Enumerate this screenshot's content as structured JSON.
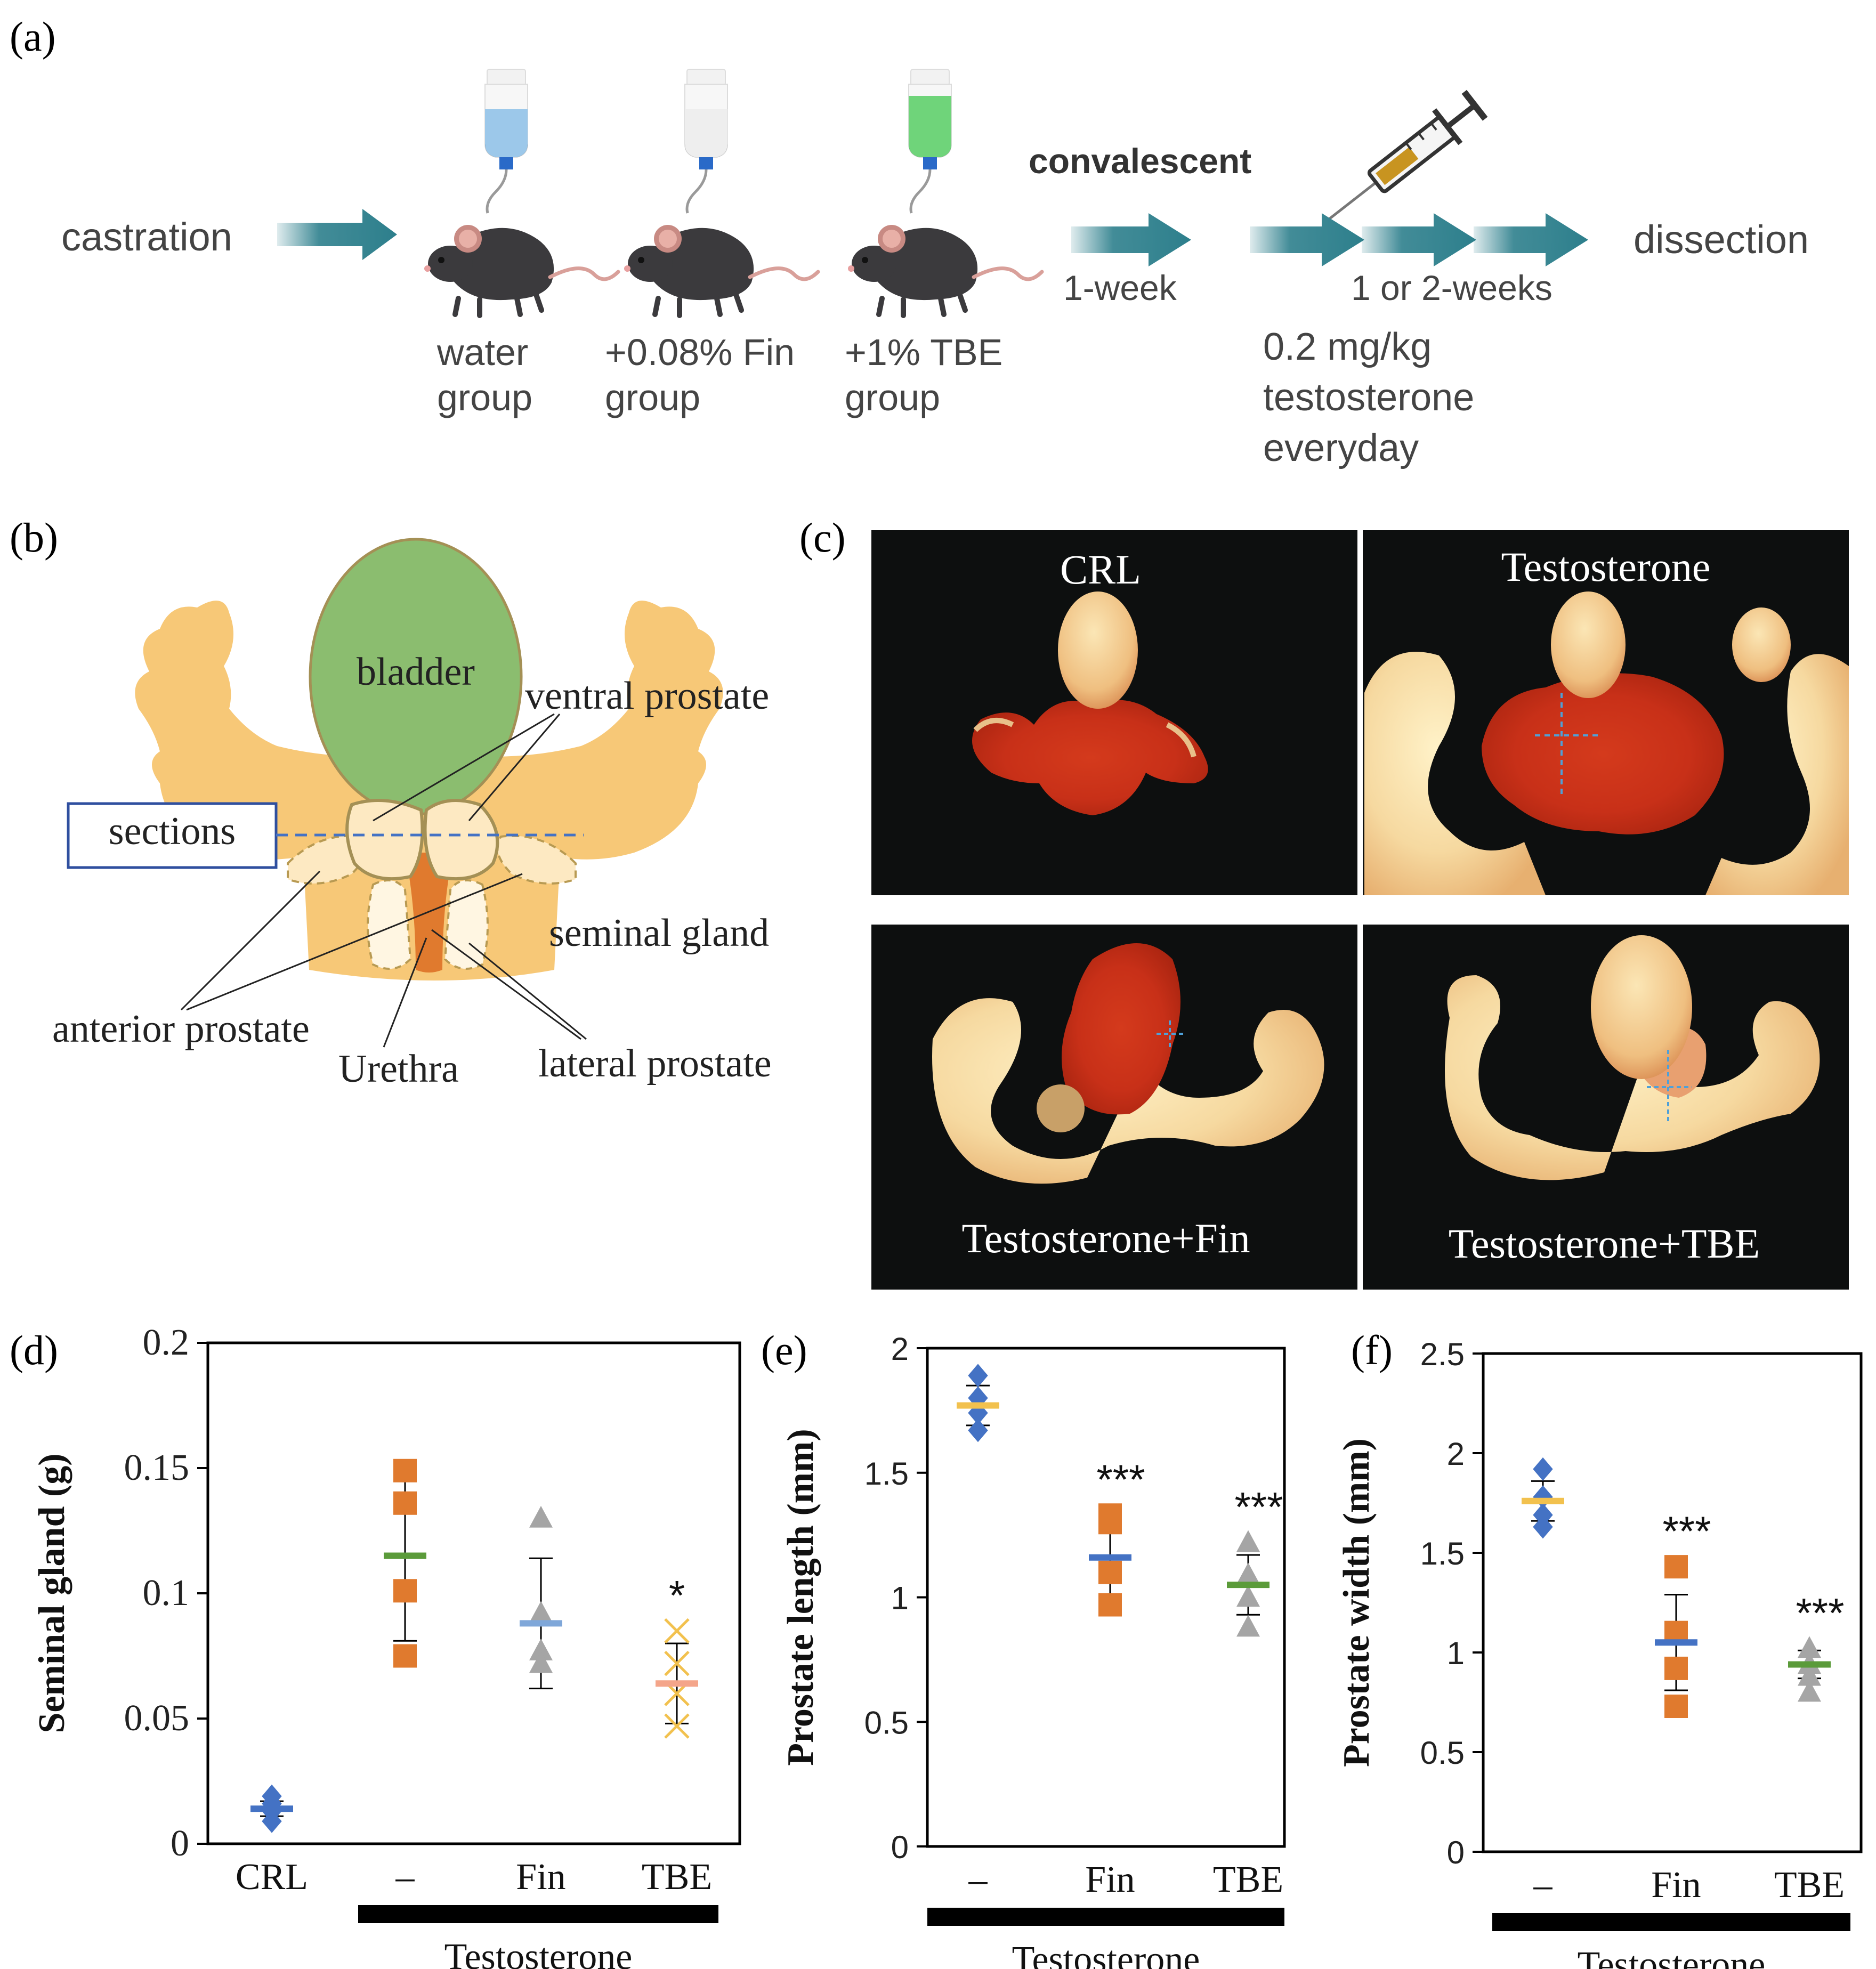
{
  "panels": {
    "a": {
      "label": "(a)",
      "castration": "castration",
      "groups": [
        {
          "line1": "water",
          "line2": "group",
          "liquid": "#9cc8ea"
        },
        {
          "line1": "+0.08% Fin",
          "line2": "group",
          "liquid": "#eeeeee"
        },
        {
          "line1": "+1% TBE",
          "line2": "group",
          "liquid": "#6fd47a"
        }
      ],
      "convalescent": "convalescent",
      "week1": "1-week",
      "weeks12": "1 or 2-weeks",
      "dose_line1": "0.2 mg/kg",
      "dose_line2": "testosterone",
      "dose_line3": "everyday",
      "dissection": "dissection"
    },
    "b": {
      "label": "(b)",
      "bladder": "bladder",
      "ventral": "ventral prostate",
      "sections": "sections",
      "seminal": "seminal gland",
      "anterior": "anterior prostate",
      "urethra": "Urethra",
      "lateral": "lateral prostate"
    },
    "c": {
      "label": "(c)",
      "photos": [
        "CRL",
        "Testosterone",
        "Testosterone+Fin",
        "Testosterone+TBE"
      ]
    },
    "d": {
      "label": "(d)"
    },
    "e": {
      "label": "(e)"
    },
    "f": {
      "label": "(f)"
    }
  },
  "colors": {
    "arrow": "#2d7f8c",
    "blue": "#4472c4",
    "orange": "#e07a2e",
    "gray": "#a5a5a5",
    "yellow": "#f2c14e",
    "lightblue": "#7fa7d9",
    "green": "#5b9b3a",
    "salmon": "#f4a58a",
    "bladder": "#8bbd6f",
    "gland": "#f7c877",
    "urethra": "#e07a2e"
  },
  "chart_data": [
    {
      "id": "d",
      "type": "scatter",
      "ylabel": "Seminal gland (g)",
      "ylim": [
        0,
        0.2
      ],
      "yticks": [
        "0",
        "0.05",
        "0.1",
        "0.15",
        "0.2"
      ],
      "categories": [
        "CRL",
        "–",
        "Fin",
        "TBE"
      ],
      "group_label": "Testosterone",
      "series": [
        {
          "category": "CRL",
          "marker": "diamond",
          "color": "#4472c4",
          "points": [
            0.019,
            0.016,
            0.013,
            0.009
          ],
          "mean": 0.014,
          "mean_color": "#4472c4",
          "sd": 0.003
        },
        {
          "category": "–",
          "marker": "square",
          "color": "#e07a2e",
          "points": [
            0.149,
            0.136,
            0.101,
            0.075
          ],
          "mean": 0.115,
          "mean_color": "#5b9b3a",
          "sd": 0.034
        },
        {
          "category": "Fin",
          "marker": "triangle",
          "color": "#a5a5a5",
          "points": [
            0.13,
            0.092,
            0.077,
            0.072
          ],
          "mean": 0.088,
          "mean_color": "#7fa7d9",
          "sd": 0.026
        },
        {
          "category": "TBE",
          "marker": "x",
          "color": "#f2c14e",
          "points": [
            0.085,
            0.072,
            0.06,
            0.047
          ],
          "mean": 0.064,
          "mean_color": "#f4a58a",
          "sd": 0.016
        }
      ],
      "significance": [
        {
          "category": "TBE",
          "text": "*"
        }
      ]
    },
    {
      "id": "e",
      "type": "scatter",
      "ylabel": "Prostate length (mm)",
      "ylim": [
        0,
        2
      ],
      "yticks": [
        "0",
        "0.5",
        "1",
        "1.5",
        "2"
      ],
      "categories": [
        "–",
        "Fin",
        "TBE"
      ],
      "group_label": "Testosterone",
      "series": [
        {
          "category": "–",
          "marker": "diamond",
          "color": "#4472c4",
          "points": [
            1.89,
            1.8,
            1.74,
            1.67
          ],
          "mean": 1.77,
          "mean_color": "#f2c14e",
          "sd": 0.08
        },
        {
          "category": "Fin",
          "marker": "square",
          "color": "#e07a2e",
          "points": [
            1.33,
            1.3,
            1.1,
            0.97
          ],
          "mean": 1.16,
          "mean_color": "#4472c4",
          "sd": 0.17
        },
        {
          "category": "TBE",
          "marker": "triangle",
          "color": "#a5a5a5",
          "points": [
            1.22,
            1.09,
            1.0,
            0.88
          ],
          "mean": 1.05,
          "mean_color": "#5b9b3a",
          "sd": 0.12
        }
      ],
      "significance": [
        {
          "category": "Fin",
          "text": "***"
        },
        {
          "category": "TBE",
          "text": "***"
        }
      ]
    },
    {
      "id": "f",
      "type": "scatter",
      "ylabel": "Prostate width (mm)",
      "ylim": [
        0,
        2.5
      ],
      "yticks": [
        "0",
        "0.5",
        "1",
        "1.5",
        "2",
        "2.5"
      ],
      "categories": [
        "–",
        "Fin",
        "TBE"
      ],
      "group_label": "Testosterone",
      "series": [
        {
          "category": "–",
          "marker": "diamond",
          "color": "#4472c4",
          "points": [
            1.92,
            1.78,
            1.69,
            1.63
          ],
          "mean": 1.76,
          "mean_color": "#f2c14e",
          "sd": 0.1
        },
        {
          "category": "Fin",
          "marker": "square",
          "color": "#e07a2e",
          "points": [
            1.43,
            1.1,
            0.92,
            0.73
          ],
          "mean": 1.05,
          "mean_color": "#4472c4",
          "sd": 0.24
        },
        {
          "category": "TBE",
          "marker": "triangle",
          "color": "#a5a5a5",
          "points": [
            1.02,
            0.94,
            0.88,
            0.8
          ],
          "mean": 0.94,
          "mean_color": "#5b9b3a",
          "sd": 0.07
        }
      ],
      "significance": [
        {
          "category": "Fin",
          "text": "***"
        },
        {
          "category": "TBE",
          "text": "***"
        }
      ]
    }
  ]
}
